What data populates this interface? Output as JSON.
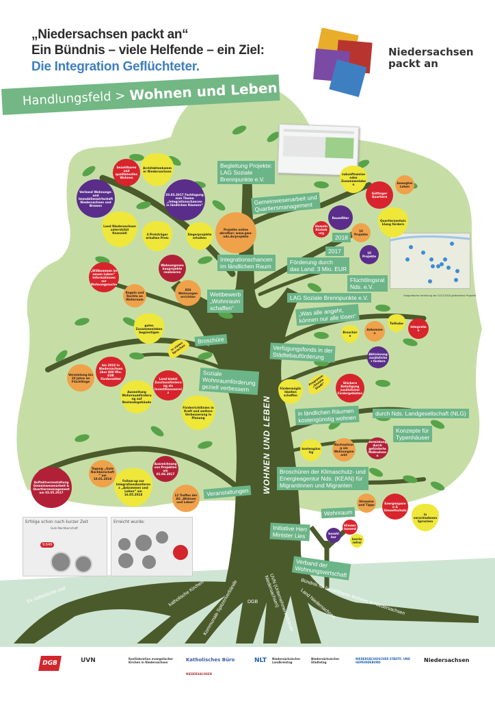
{
  "header": {
    "line1": "„Niedersachsen packt an“",
    "line2": "Ein Bündnis – viele Helfende – ein Ziel:",
    "line3": "Die Integration Geflüchteter.",
    "band_prefix": "Handlungsfeld >",
    "band_title": "Wohnen und Leben",
    "logo_text_1": "Niedersachsen",
    "logo_text_2": "packt an"
  },
  "colors": {
    "accent_green": "#6cb588",
    "canopy": "#c6dea6",
    "trunk": "#4a5a2b",
    "ground": "#cfe5d3",
    "title_blue": "#3f7fc0"
  },
  "trunk_label": "WOHNEN UND LEBEN",
  "labels": [
    "Begleitung Projekte:\nLAG Soziale\nBrennpunkte e.V.",
    "Gemeinwesenarbeit und\nQuartiersmanagement",
    "2018",
    "2017",
    "Integrationschancen\nim ländlichen Raum",
    "Förderung durch\ndas Land: 3 Mio. EUR",
    "Flüchtlingsrat\nNds. e.V.",
    "LAG Soziale Brennpunkte e.V.",
    "Wettbewerb\n„Wohnraum\nschaffen“",
    "„Was alle angeht,\nkönnen nur alle lösen“",
    "Broschüre",
    "Verfügungsfonds in der\nStädtebauförderung",
    "Soziale\nWohnraumförderung\ngezielt verbessern",
    "in ländlichen Räumen\nkostengünstig wohnen",
    "durch Nds. Landgesellschaft (NLG)",
    "Konzepte für\nTypenhäuser",
    "Veranstaltungen",
    "Broschüren der Klimaschutz- und\nEnergieagentur Nds. (KEAN) für\nMigrantinnen und Migranten",
    "Wohnraum",
    "Initiative Herr\nMinister Lies",
    "Verband der\nWohnungswirtschaft"
  ],
  "fruits": [
    "Verband Wohnungs- und Immobilienwirtschaft Niedersachsen und Bremen",
    "bezahlbares und qualitätvolles Wohnen",
    "Architektenkammer Niedersachsen",
    "20.03.2017 Fachtagung zum Thema „Integrationschancen in ländlichen Räumen“",
    "Land Niedersachsen unterstützt finanziell",
    "4 Preisträger erhalten Preis",
    "Siegerprojekte erhalten",
    "Wohnungsneubauprojekte realisieren",
    "850 Wohnungen errichten",
    "Projekte online abrufbar: www.gwa-nds.de/projekte",
    "zukunftsweisendes Zusammenleben",
    "Göttinger Quartiere",
    "bewegtes Leben",
    "Quartiersentwicklung fördern",
    "Raumfilter",
    "Hameln Bückeburg",
    "10 Projekte",
    "10 Projekte",
    "„Willkommen im neuen Leben“ Informationen zur Wohnungssuche",
    "Regeln und Rechte an Wohnraum",
    "gutes Zusammenleben begünstigen",
    "in vielen Sprachen",
    "Vermietung bis 10 Jahre an Flüchtlinge",
    "bis 2018 in Niedersachsen über 800 Mio. EUR Fördermittel",
    "Ausweitung Wohnraumförderung auf Bestandsgebäude",
    "Land bietet Zuschussförderung als Investitionsanreiz",
    "Förderrichtlinien in Kraft und weitere Verbesserung in Planung",
    "Broschüre",
    "Ankommen",
    "Teilhabe",
    "Integration",
    "Aktivierung zusätzlicher fördern",
    "Fördermöglichkeiten schaffen",
    "Programm „Soziale Stadt“",
    "Stärkere Beteiligung zusätzlicher Fördergebieten",
    "kostengünstig",
    "Nachnutzung am Wohnungsmarkt",
    "Vermietung durch geförderte Maßnahmen",
    "Auftaktveranstaltung Gemeinwesenarbeit & Quartiersmanagement am 03.05.2017",
    "Tagung „Gute Nachbarschaft“ am 10.01.2018",
    "Follow-up zur Integrationskonferenz „Ankommen und Leben“ am 16.05.2018",
    "Auszeichnung von Projekten am 01.06.2017",
    "12 Treffen der AG „Wohnen und Leben“",
    "Hinweise und Tipps",
    "Energiesparen & Umweltschutz",
    "in verschiedenen Sprachen",
    "bezahlbar",
    "klimaschonend",
    "barrierefrei"
  ],
  "roots": [
    "Ev.-lutherische und",
    "katholische Kirchen",
    "Kommunale Spitzenverbände",
    "DGB",
    "UVN (Unternehmerverbände Niedersachsen)",
    "Land Niedersachsen",
    "Bündnis für bezahlbares Wohnen in Niedersachsen"
  ],
  "inserts": {
    "left_title": "Erfolge schon nach kurzer Zeit",
    "left_sub": "Gute Nachbarschaft",
    "left_number": "9.649",
    "right_title": "Erreicht wurde:"
  },
  "map_caption": "Geografische Verteilung der 2017/2018 geförderten Projekte",
  "footer_logos": [
    "DGB",
    "UVN",
    "Konföderation evangelischer Kirchen in Niedersachsen",
    "Katholisches Büro",
    "NIEDERSACHSEN",
    "NLT",
    "Niedersächsischer Landkreistag",
    "Niedersächsischer Städtetag",
    "NIEDERSÄCHSISCHER STÄDTE- UND GEMEINDEBUND",
    "Niedersachsen"
  ]
}
